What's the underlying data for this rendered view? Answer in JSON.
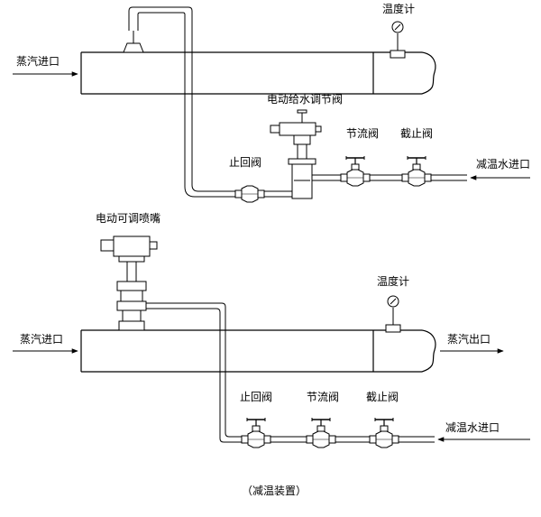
{
  "top": {
    "steam_inlet": "蒸汽进口",
    "thermometer": "温度计",
    "electric_valve": "电动给水调节阀",
    "check_valve": "止回阀",
    "throttle_valve": "节流阀",
    "stop_valve": "截止阀",
    "water_inlet": "减温水进口"
  },
  "bottom": {
    "nozzle": "电动可调喷嘴",
    "thermometer": "温度计",
    "steam_inlet": "蒸汽进口",
    "steam_outlet": "蒸汽出口",
    "check_valve": "止回阀",
    "throttle_valve": "节流阀",
    "stop_valve": "截止阀",
    "water_inlet": "减温水进口"
  },
  "caption": "（减温装置）"
}
